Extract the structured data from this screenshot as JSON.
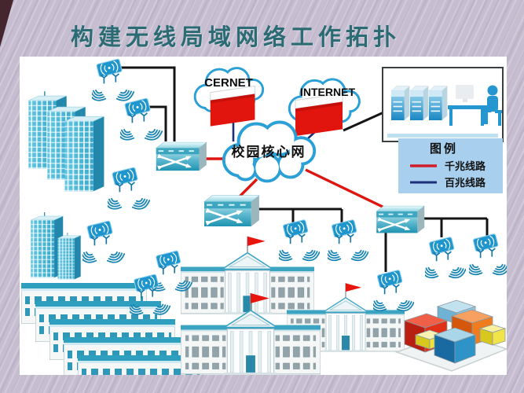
{
  "slide": {
    "title": "构建无线局域网络工作拓扑",
    "title_color": "#2a6b74",
    "background_color": "#c6bdd0"
  },
  "topology": {
    "external_networks": [
      {
        "label": "CERNET"
      },
      {
        "label": "INTERNET"
      }
    ],
    "core_network": {
      "label": "校园核心网"
    },
    "legend": {
      "title": "图例",
      "panel_color": "#a8d0ee",
      "items": [
        {
          "label": "千兆线路",
          "color": "#cf1f2a"
        },
        {
          "label": "百兆线路",
          "color": "#1d2f78"
        }
      ]
    },
    "link_colors": {
      "gigabit": "#dd1612",
      "fast_ethernet": "#1d2f78",
      "access": "#141414"
    },
    "icons": {
      "cloud-icon": "scalloped blue cloud outline",
      "firewall-icon": "red wall slab with white top band",
      "switch-icon": "teal 3D box with white crossing arrows",
      "access-point-icon": "blue box with antennas",
      "radio-waves-icon": "nested arc fan",
      "server-rack-icon": "blue tower cases",
      "network-admin-icon": "person seated at desk",
      "highrise-building-icon": "tall blue tower block",
      "office-tower-icon": "blue tower with mast",
      "dormitory-building-icon": "long white block with window grid",
      "school-building-icon": "white building with pediment and red flag",
      "campus-blocks-icon": "colored isometric blocks",
      "red-flag-icon": "red flag on pole"
    }
  }
}
